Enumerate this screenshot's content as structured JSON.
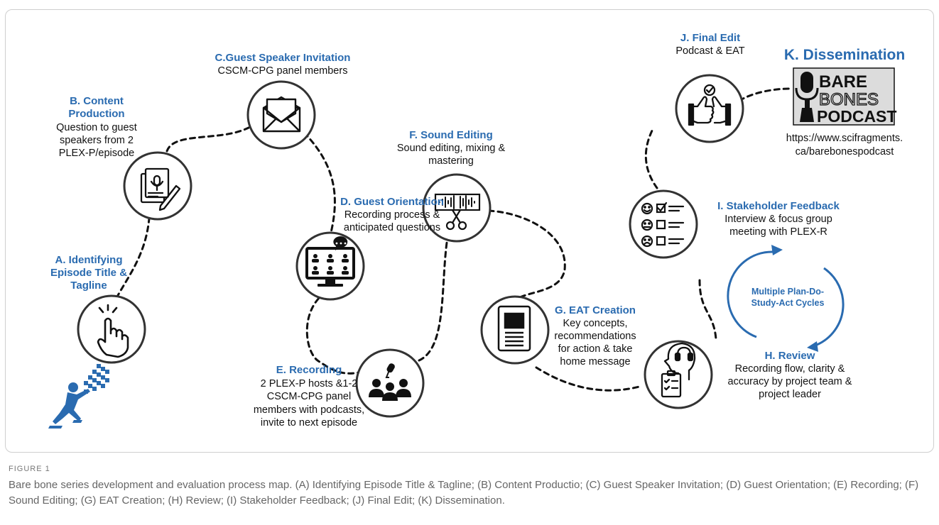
{
  "colors": {
    "accent": "#2a6bb0",
    "runner": "#2a6bb0",
    "text": "#111111",
    "caption": "#666666"
  },
  "steps": {
    "a": {
      "title_lines": [
        "A. Identifying",
        "Episode Title &",
        "Tagline"
      ],
      "icon": "pointing-finger-icon"
    },
    "b": {
      "title_lines": [
        "B. Content",
        "Production"
      ],
      "sub_lines": [
        "Question to guest",
        "speakers from 2",
        "PLEX-P/episode"
      ],
      "icon": "script-writing-icon"
    },
    "c": {
      "title": "C.Guest Speaker Invitation",
      "sub": "CSCM-CPG panel members",
      "icon": "envelope-icon"
    },
    "d": {
      "title": "D. Guest Orientation",
      "sub_lines": [
        "Recording process &",
        "anticipated questions"
      ],
      "icon": "video-conference-icon"
    },
    "e": {
      "title": "E. Recording",
      "sub_lines": [
        "2 PLEX-P hosts &1-2",
        "CSCM-CPG panel",
        "members with podcasts,",
        "invite to next episode"
      ],
      "icon": "recording-group-icon"
    },
    "f": {
      "title": "F. Sound Editing",
      "sub_lines": [
        "Sound editing, mixing &",
        "mastering"
      ],
      "icon": "audio-cut-icon"
    },
    "g": {
      "title": "G. EAT Creation",
      "sub_lines": [
        "Key concepts,",
        "recommendations",
        "for action & take",
        "home message"
      ],
      "icon": "document-icon"
    },
    "h": {
      "title": "H. Review",
      "sub_lines": [
        "Recording flow, clarity &",
        "accuracy by  project team &",
        "project leader"
      ],
      "icon": "listening-checklist-icon"
    },
    "i": {
      "title": "I. Stakeholder Feedback",
      "sub_lines": [
        "Interview & focus group",
        "meeting with PLEX-R"
      ],
      "icon": "feedback-survey-icon"
    },
    "j": {
      "title": "J. Final Edit",
      "sub": "Podcast & EAT",
      "icon": "thumbs-up-icon"
    },
    "k": {
      "title": "K. Dissemination",
      "url_lines": [
        "https://www.scifragments.",
        "ca/barebonespodcast"
      ]
    }
  },
  "logo": {
    "line1": "BARE",
    "line2": "BONES",
    "line3": "PODCAST"
  },
  "cycle_lines": [
    "Multiple Plan-Do-",
    "Study-Act Cycles"
  ],
  "figure_label": "FIGURE 1",
  "caption": "Bare bone series development and evaluation process map. (A) Identifying Episode Title & Tagline; (B) Content Productio; (C) Guest Speaker Invitation; (D) Guest Orientation; (E) Recording; (F) Sound Editing; (G) EAT Creation; (H) Review; (I) Stakeholder Feedback; (J) Final Edit; (K) Dissemination."
}
